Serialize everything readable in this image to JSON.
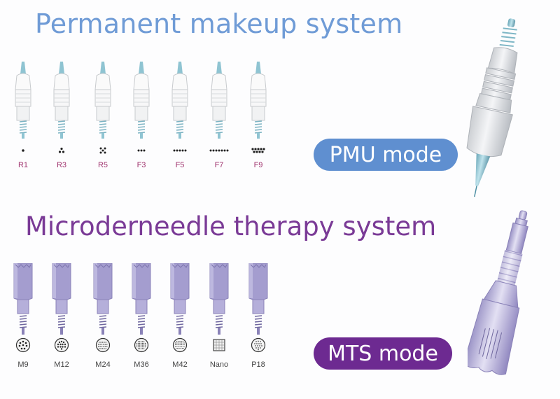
{
  "pmu": {
    "title": "Permanent makeup system",
    "badge": "PMU mode",
    "colors": {
      "title": "#6f9bd6",
      "badge": "#5f8fd0",
      "label": "#a0346f"
    },
    "needles": [
      {
        "label": "R1"
      },
      {
        "label": "R3"
      },
      {
        "label": "R5"
      },
      {
        "label": "F3"
      },
      {
        "label": "F5"
      },
      {
        "label": "F7"
      },
      {
        "label": "F9"
      }
    ]
  },
  "mts": {
    "title": "Microderneedle therapy system",
    "badge": "MTS mode",
    "colors": {
      "title": "#7a3a96",
      "badge": "#6d2a91"
    },
    "needles": [
      {
        "label": "M9"
      },
      {
        "label": "M12"
      },
      {
        "label": "M24"
      },
      {
        "label": "M36"
      },
      {
        "label": "M42"
      },
      {
        "label": "Nano"
      },
      {
        "label": "P18"
      }
    ]
  }
}
